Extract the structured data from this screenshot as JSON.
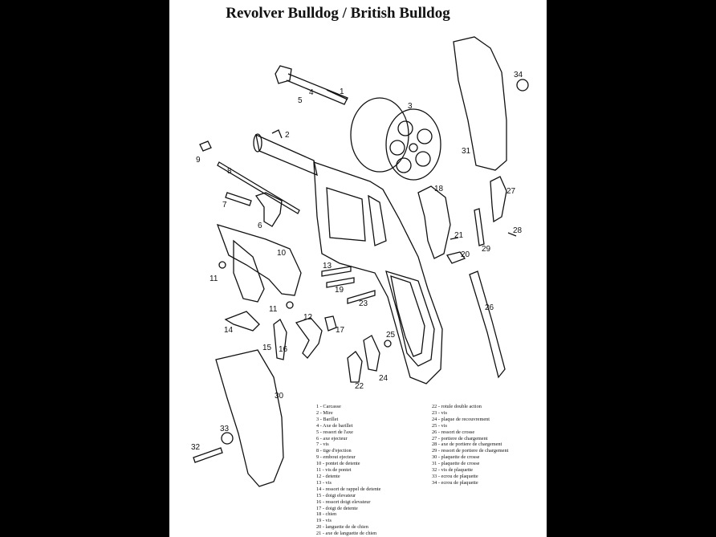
{
  "title": "Revolver Bulldog / British Bulldog",
  "part_numbers": [
    "1",
    "2",
    "3",
    "4",
    "5",
    "6",
    "7",
    "8",
    "9",
    "10",
    "11",
    "11",
    "12",
    "13",
    "14",
    "15",
    "16",
    "17",
    "18",
    "19",
    "20",
    "21",
    "22",
    "23",
    "24",
    "25",
    "26",
    "27",
    "28",
    "29",
    "30",
    "31",
    "32",
    "33",
    "34"
  ],
  "legend_left": [
    "1 -  Carcasse",
    "2 - Mire",
    "3 - Barillet",
    "4 - Axe de barillet",
    "5 - ressort de l'axe",
    "6 - axe ejecteur",
    "7 - vis",
    "8 - tige d'ejection",
    "9 - embout ejecteur",
    "10 - pontet de detente",
    "11 - vis de pontet",
    "12 - detente",
    "13 - vis",
    "14 - ressort de rappel de detente",
    "15 - doigt elevateur",
    "16 - ressort doigt elevateur",
    "17 - doigt de detente",
    "18 - chien",
    "19 - vis",
    "20 - languette de de chien",
    "21 - axe de languette de chien"
  ],
  "legend_right": [
    "22 - rotule double action",
    "23 - vis",
    "24 - plaque de recouvrement",
    "25 - vis",
    "26 - ressort de crosse",
    "27 - portiere de chargement",
    "28 - axe de portiere de chargement",
    "29 - ressort de portiere de chargement",
    "30 - plaquette de crosse",
    "31 - plaquette de crosse",
    "32 - vis de plaquette",
    "33 - ecrou de plaquette",
    "34 - ecrou de plaquette"
  ]
}
